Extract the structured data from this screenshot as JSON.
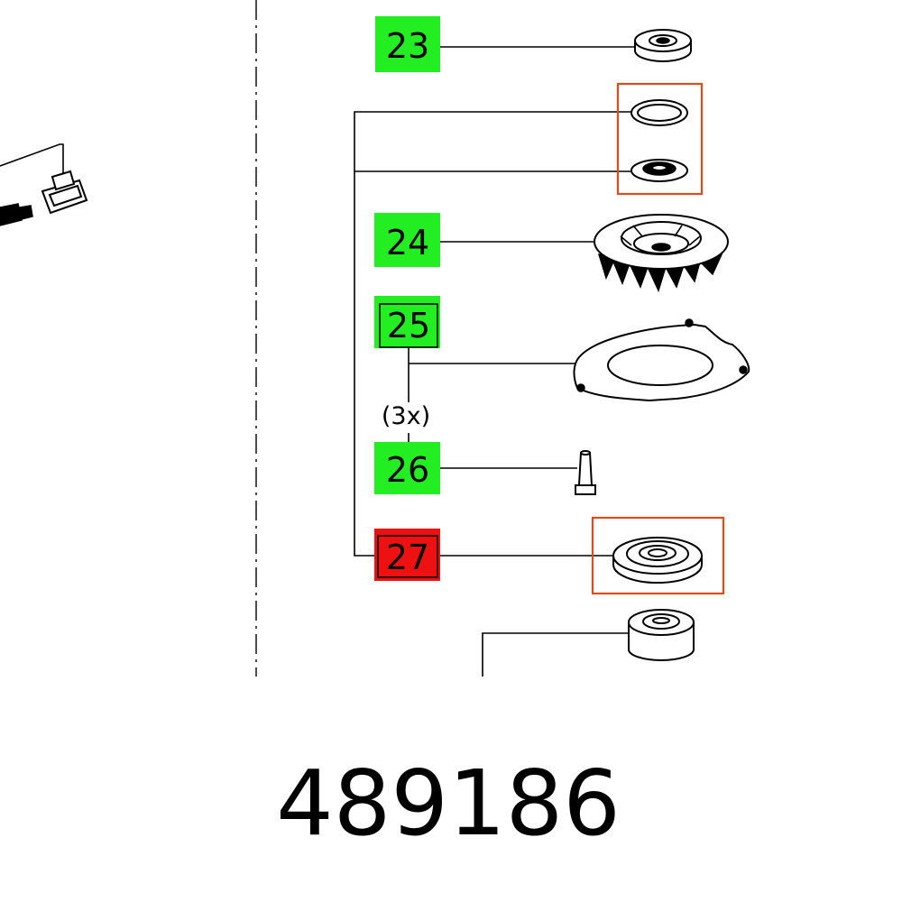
{
  "colors": {
    "label_bg": "#22ee22",
    "label_selected_bg": "#ee1111",
    "highlight_frame": "#e04b1a",
    "line": "#000000"
  },
  "callouts": [
    {
      "label": "23",
      "state": "normal"
    },
    {
      "label": "24",
      "state": "normal"
    },
    {
      "label": "25",
      "state": "normal"
    },
    {
      "label": "26",
      "state": "normal"
    },
    {
      "label": "27",
      "state": "selected"
    }
  ],
  "quantity_note": "(3x)",
  "part_number": "489186"
}
